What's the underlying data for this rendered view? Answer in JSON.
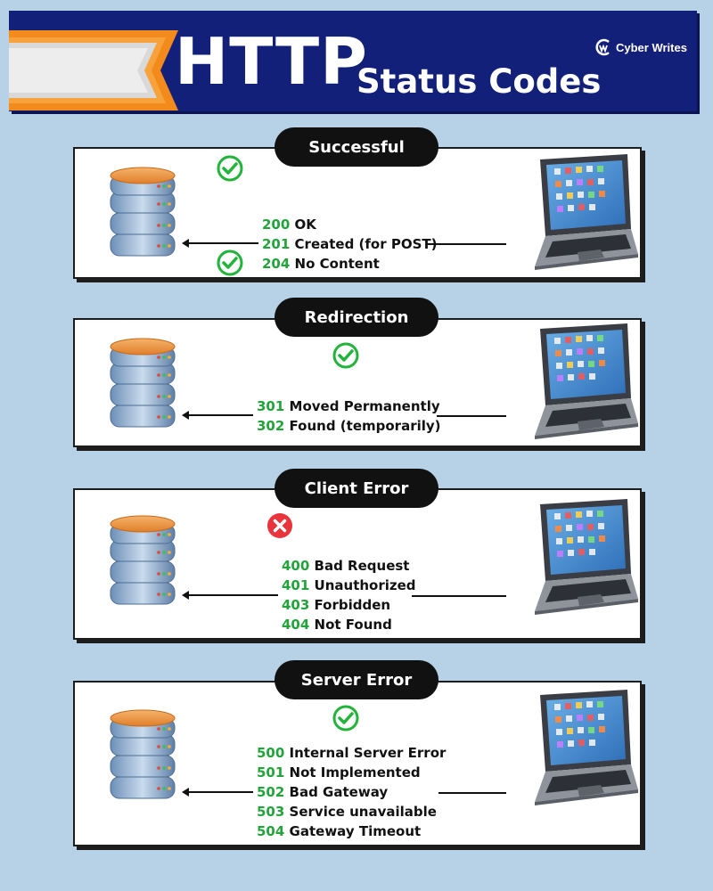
{
  "header": {
    "title_main": "HTTP",
    "title_sub": "Status Codes",
    "brand": "Cyber Writes"
  },
  "sections": [
    {
      "label": "Successful",
      "icon": "check-icon",
      "codes": [
        {
          "code": "200",
          "text": "OK"
        },
        {
          "code": "201",
          "text": "Created (for POST)"
        },
        {
          "code": "204",
          "text": "No Content"
        }
      ]
    },
    {
      "label": "Redirection",
      "icon": "check-icon",
      "codes": [
        {
          "code": "301",
          "text": "Moved Permanently"
        },
        {
          "code": "302",
          "text": "Found (temporarily)"
        }
      ]
    },
    {
      "label": "Client Error",
      "icon": "error-x-icon",
      "codes": [
        {
          "code": "400",
          "text": "Bad Request"
        },
        {
          "code": "401",
          "text": "Unauthorized"
        },
        {
          "code": "403",
          "text": "Forbidden"
        },
        {
          "code": "404",
          "text": "Not Found"
        }
      ]
    },
    {
      "label": "Server Error",
      "icon": "check-icon",
      "codes": [
        {
          "code": "500",
          "text": "Internal Server Error"
        },
        {
          "code": "501",
          "text": "Not Implemented"
        },
        {
          "code": "502",
          "text": "Bad Gateway"
        },
        {
          "code": "503",
          "text": "Service unavailable"
        },
        {
          "code": "504",
          "text": "Gateway Timeout"
        }
      ]
    }
  ],
  "colors": {
    "background": "#b7d1e6",
    "header": "#12207a",
    "code_number": "#22a43a",
    "check": "#22b43a",
    "error": "#e8343a",
    "ribbon": "#f28b1c"
  }
}
